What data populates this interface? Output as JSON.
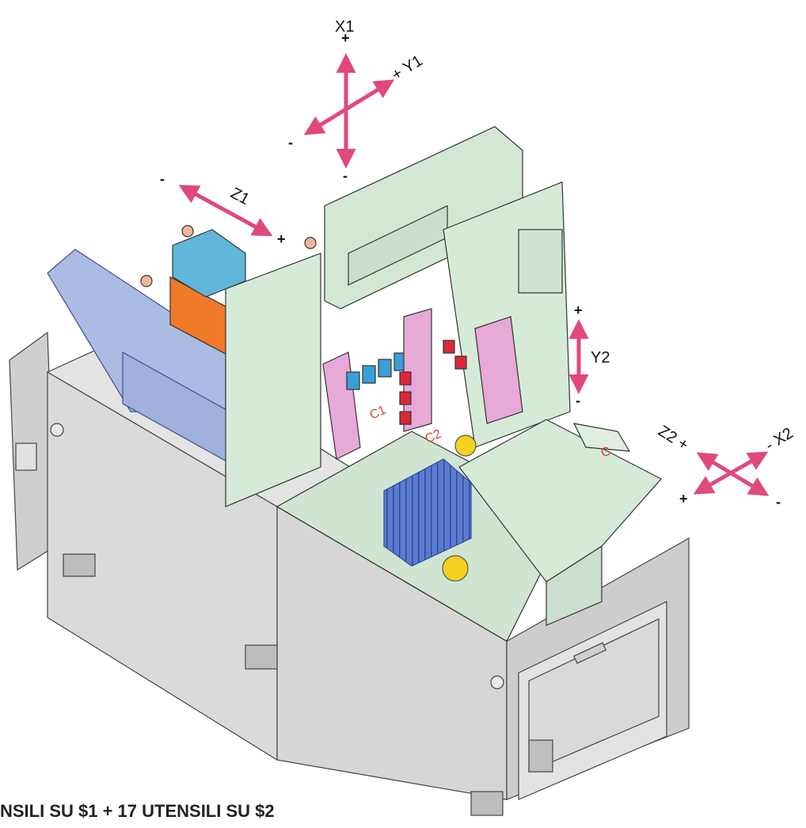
{
  "figure": {
    "caption": "NSILI SU $1 + 17 UTENSILI SU $2",
    "colors": {
      "axis_arrow": "#e0487e",
      "machine_body": "#d9d9d9",
      "machine_green": "#d6ead8",
      "tool_pink": "#e7a9d8",
      "tool_blue": "#3a9fd6",
      "tool_red": "#d9283a",
      "head_orange": "#f07a2a",
      "head_cyan": "#5fb6d8",
      "slide_blue": "#a9b9e4",
      "chip_blue": "#4d6fc4",
      "yellow_part": "#f2d21e"
    }
  },
  "axes": {
    "x1": {
      "label": "X1",
      "plus": "+",
      "minus": "-"
    },
    "y1": {
      "label": "+ Y1",
      "minus": "-"
    },
    "z1": {
      "label": "Z1",
      "plus": "+",
      "minus": "-"
    },
    "y2": {
      "label": "Y2",
      "plus": "+",
      "minus": "-"
    },
    "z2": {
      "label": "Z2 +",
      "minus": "-"
    },
    "x2": {
      "label": "- X2",
      "plus": "+"
    }
  },
  "tool_labels": {
    "c1": "C1",
    "c2": "C2",
    "c3": "C"
  }
}
